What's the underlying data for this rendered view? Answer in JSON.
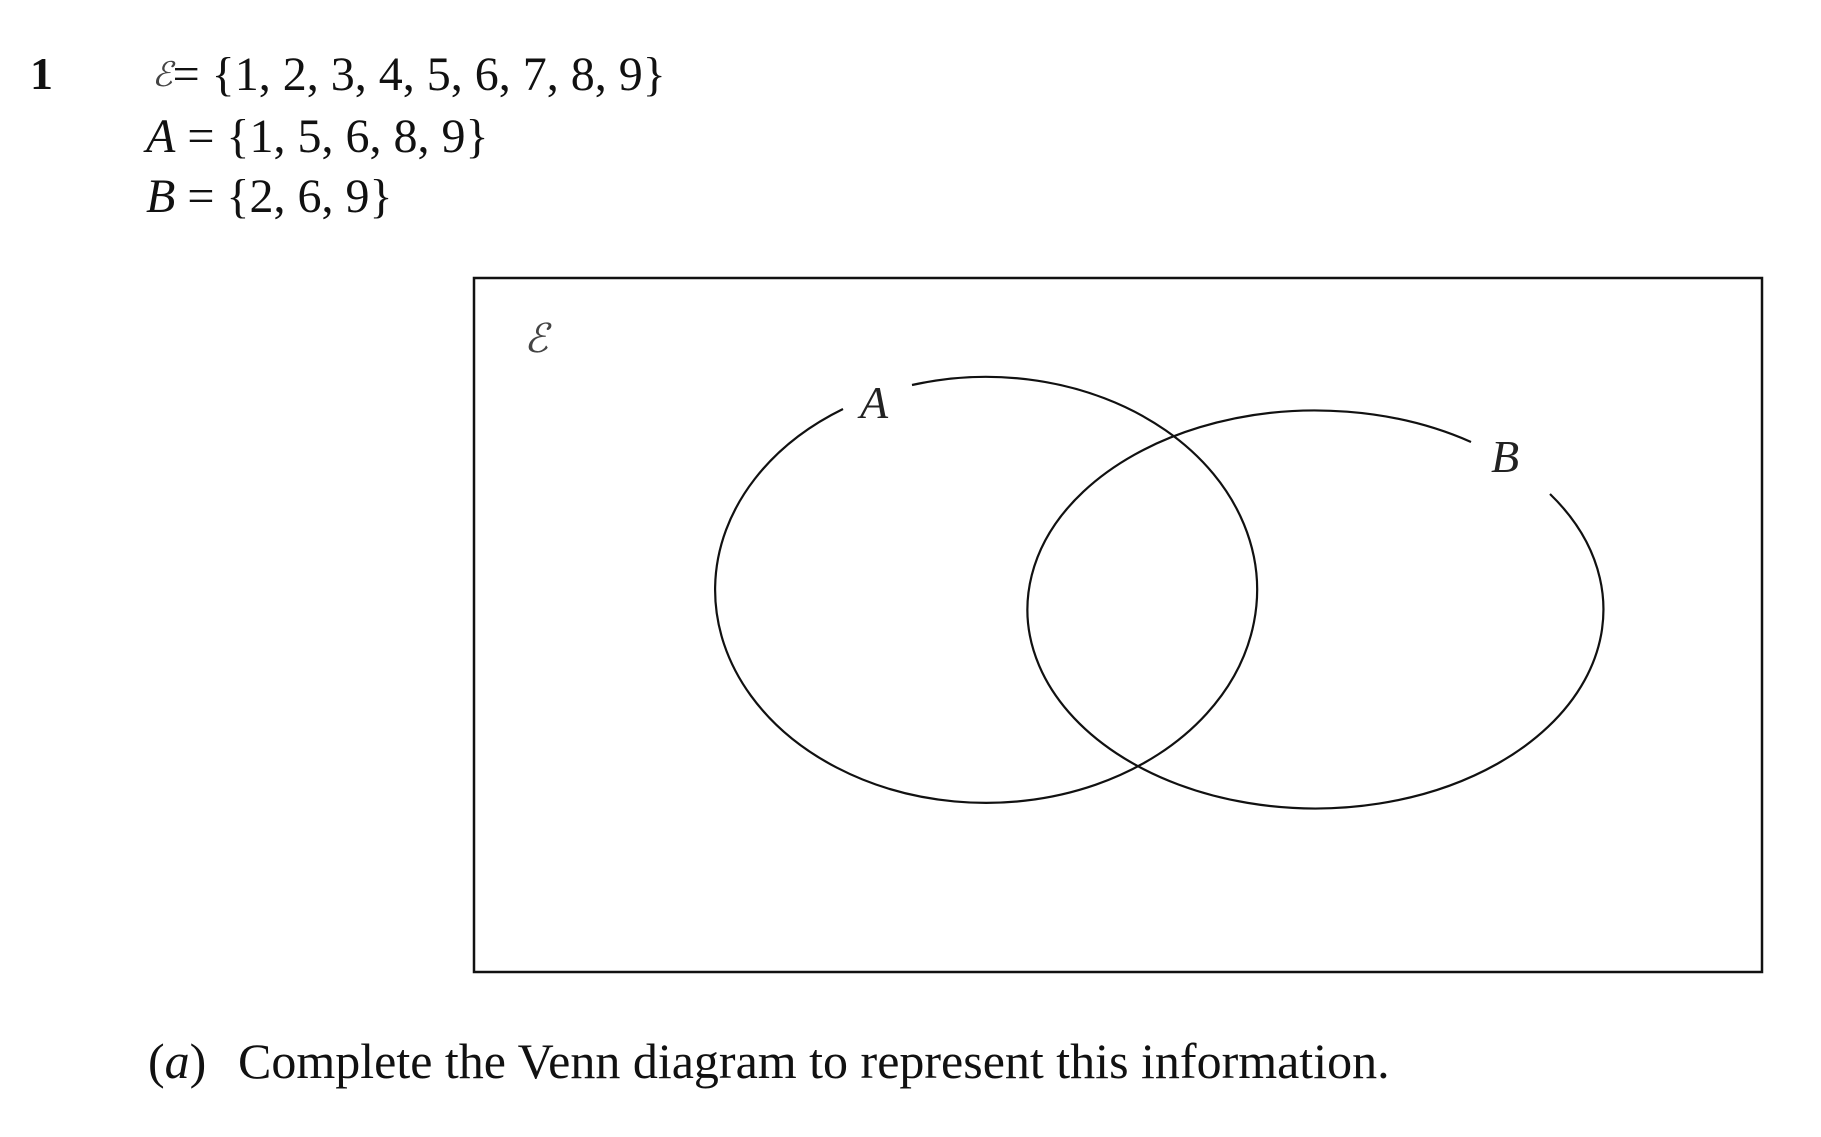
{
  "question": {
    "number": "1",
    "universal_symbol": "ℰ",
    "universal_line": "= {1, 2, 3, 4, 5, 6, 7, 8, 9}",
    "set_a_name": "A",
    "set_a_line": " = {1, 5, 6, 8, 9}",
    "set_b_name": "B",
    "set_b_line": " = {2, 6, 9}"
  },
  "venn": {
    "universal_label": "ℰ",
    "circle_a_label": "A",
    "circle_b_label": "B",
    "stroke_color": "#111111"
  },
  "part_a": {
    "open_paren": "(",
    "letter": "a",
    "close_paren": ")",
    "text": "Complete the Venn diagram to represent this information."
  }
}
